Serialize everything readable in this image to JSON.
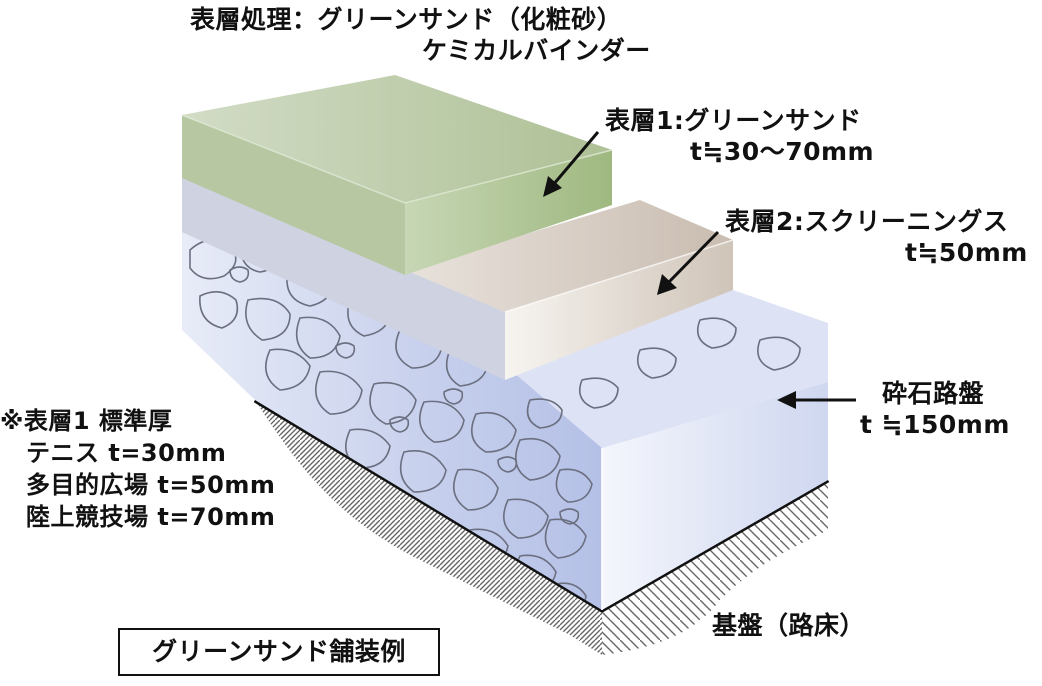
{
  "labels": {
    "surface_treatment": [
      "表層処理：グリーンサンド（化粧砂）",
      "ケミカルバインダー"
    ],
    "layer1": [
      "表層1:グリーンサンド",
      "t≒30〜70mm"
    ],
    "layer2": [
      "表層2:スクリーニングス",
      "t≒50mm"
    ],
    "base": [
      "砕石路盤",
      "t ≒150mm"
    ],
    "subgrade": "基盤（路床）",
    "note": [
      "※表層1 標準厚",
      "テニス t=30mm",
      "多目的広場 t=50mm",
      "陸上競技場 t=70mm"
    ],
    "caption": "グリーンサンド舗装例"
  },
  "colors": {
    "layer1_top": "#c4d2b0",
    "layer1_front": "#bcd0a4",
    "layer1_side": "#a8bd8a",
    "layer2_top": "#d6cdc4",
    "layer2_front": "#e8e2da",
    "layer2_side": "#b8aa9d",
    "gravel_front": "#ccd3ec",
    "gravel_side": "#dfe3f5",
    "subgrade": "#555555"
  }
}
